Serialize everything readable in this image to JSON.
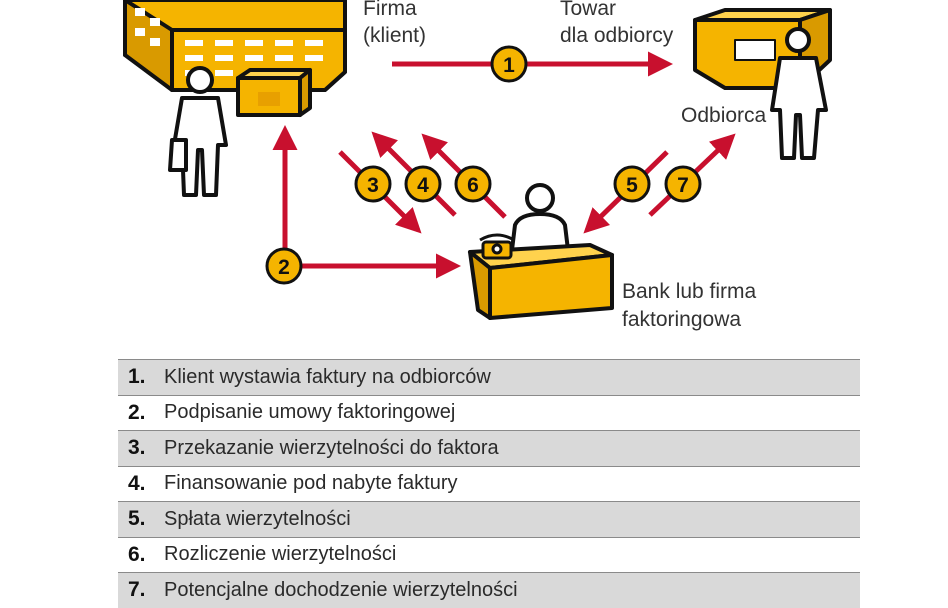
{
  "labels": {
    "firma": "Firma",
    "klient": "(klient)",
    "towar": "Towar",
    "dla_odbiorcy": "dla odbiorcy",
    "odbiorca": "Odbiorca",
    "bank_line1": "Bank lub firma",
    "bank_line2": "faktoringowa"
  },
  "badges": [
    "1",
    "2",
    "3",
    "4",
    "6",
    "5",
    "7"
  ],
  "colors": {
    "arrow": "#c8102e",
    "badge_fill": "#f5b400",
    "building": "#f5b400",
    "outline": "#111111"
  },
  "legend": [
    {
      "num": "1.",
      "text": "Klient wystawia faktury na odbiorców"
    },
    {
      "num": "2.",
      "text": "Podpisanie umowy faktoringowej"
    },
    {
      "num": "3.",
      "text": "Przekazanie wierzytelności do faktora"
    },
    {
      "num": "4.",
      "text": "Finansowanie pod nabyte faktury"
    },
    {
      "num": "5.",
      "text": "Spłata wierzytelności"
    },
    {
      "num": "6.",
      "text": "Rozliczenie wierzytelności"
    },
    {
      "num": "7.",
      "text": "Potencjalne dochodzenie wierzytelności"
    }
  ]
}
